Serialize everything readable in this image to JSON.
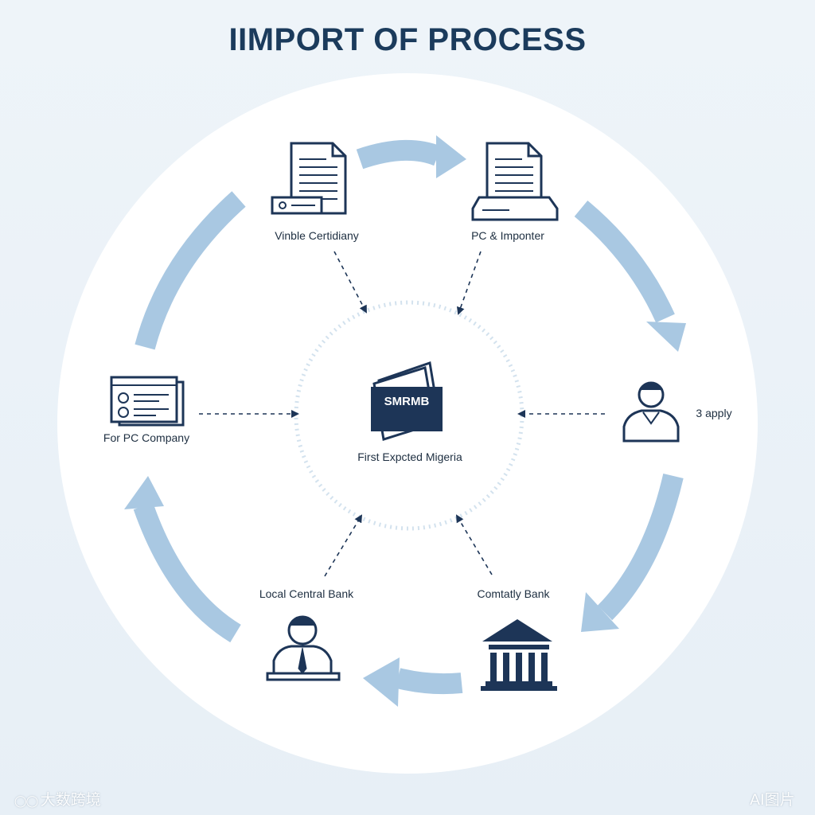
{
  "title": "IIMPORT OF PROCESS",
  "center": {
    "card_text": "SMRMB",
    "label": "First Expcted Migeria"
  },
  "nodes": {
    "top_left": "Vinble Certidiany",
    "top_right": "PC & Imponter",
    "right": "3 apply",
    "bottom_right": "Comtatly Bank",
    "bottom_left": "Local Central Bank",
    "left": "For PC Company"
  },
  "watermarks": {
    "left": "大数跨境",
    "right": "AI图片"
  },
  "colors": {
    "title": "#1b3b5c",
    "icon": "#1d3557",
    "arrow_cycle": "#a9c8e2",
    "circle": "#ffffff",
    "background": "#eaf1f7"
  },
  "icons": {
    "top_left": "document-printer-icon",
    "top_right": "document-printer-icon",
    "right": "person-icon",
    "bottom_right": "bank-building-icon",
    "bottom_left": "person-at-desk-icon",
    "left": "browser-window-icon",
    "center": "banknote-card-icon"
  }
}
